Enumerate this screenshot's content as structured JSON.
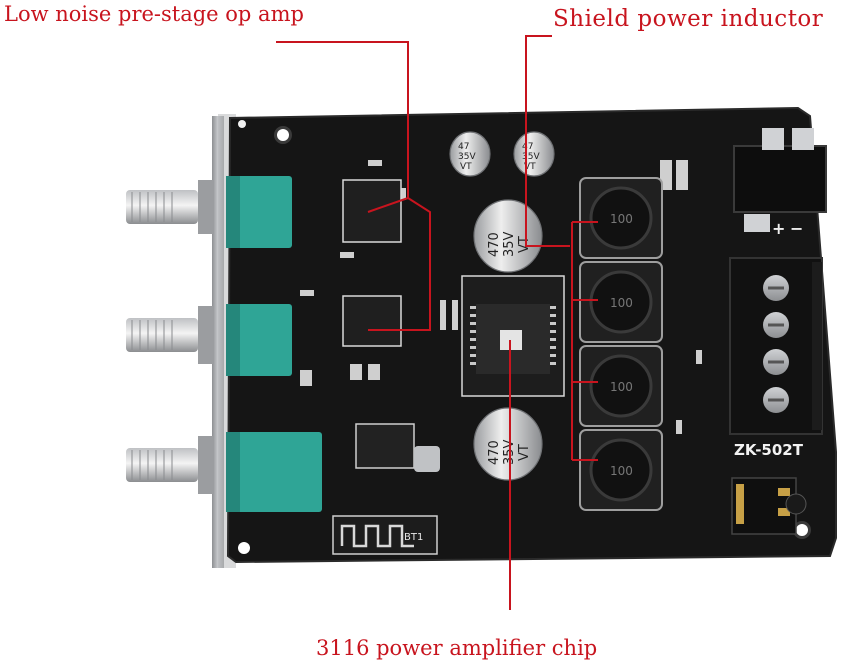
{
  "annotations": {
    "op_amp": "Low noise pre-stage op amp",
    "inductor": "Shield power inductor",
    "chip": "3116 power amplifier chip"
  },
  "board": {
    "model": "ZK-502T",
    "bt_label": "BT1",
    "inductor_value": "100",
    "cap_large_value": "470",
    "cap_large_voltage": "35V",
    "cap_large_type": "VT",
    "cap_small_value": "47",
    "cap_small_voltage": "35V",
    "cap_small_type": "VT",
    "plus_mark": "+",
    "minus_mark": "−"
  },
  "colors": {
    "annotation": "#c8141e",
    "pcb": "#141414",
    "silkscreen": "#e8e8e8",
    "potentiometer": "#2fa596",
    "heatsink": "#a8aaad"
  }
}
